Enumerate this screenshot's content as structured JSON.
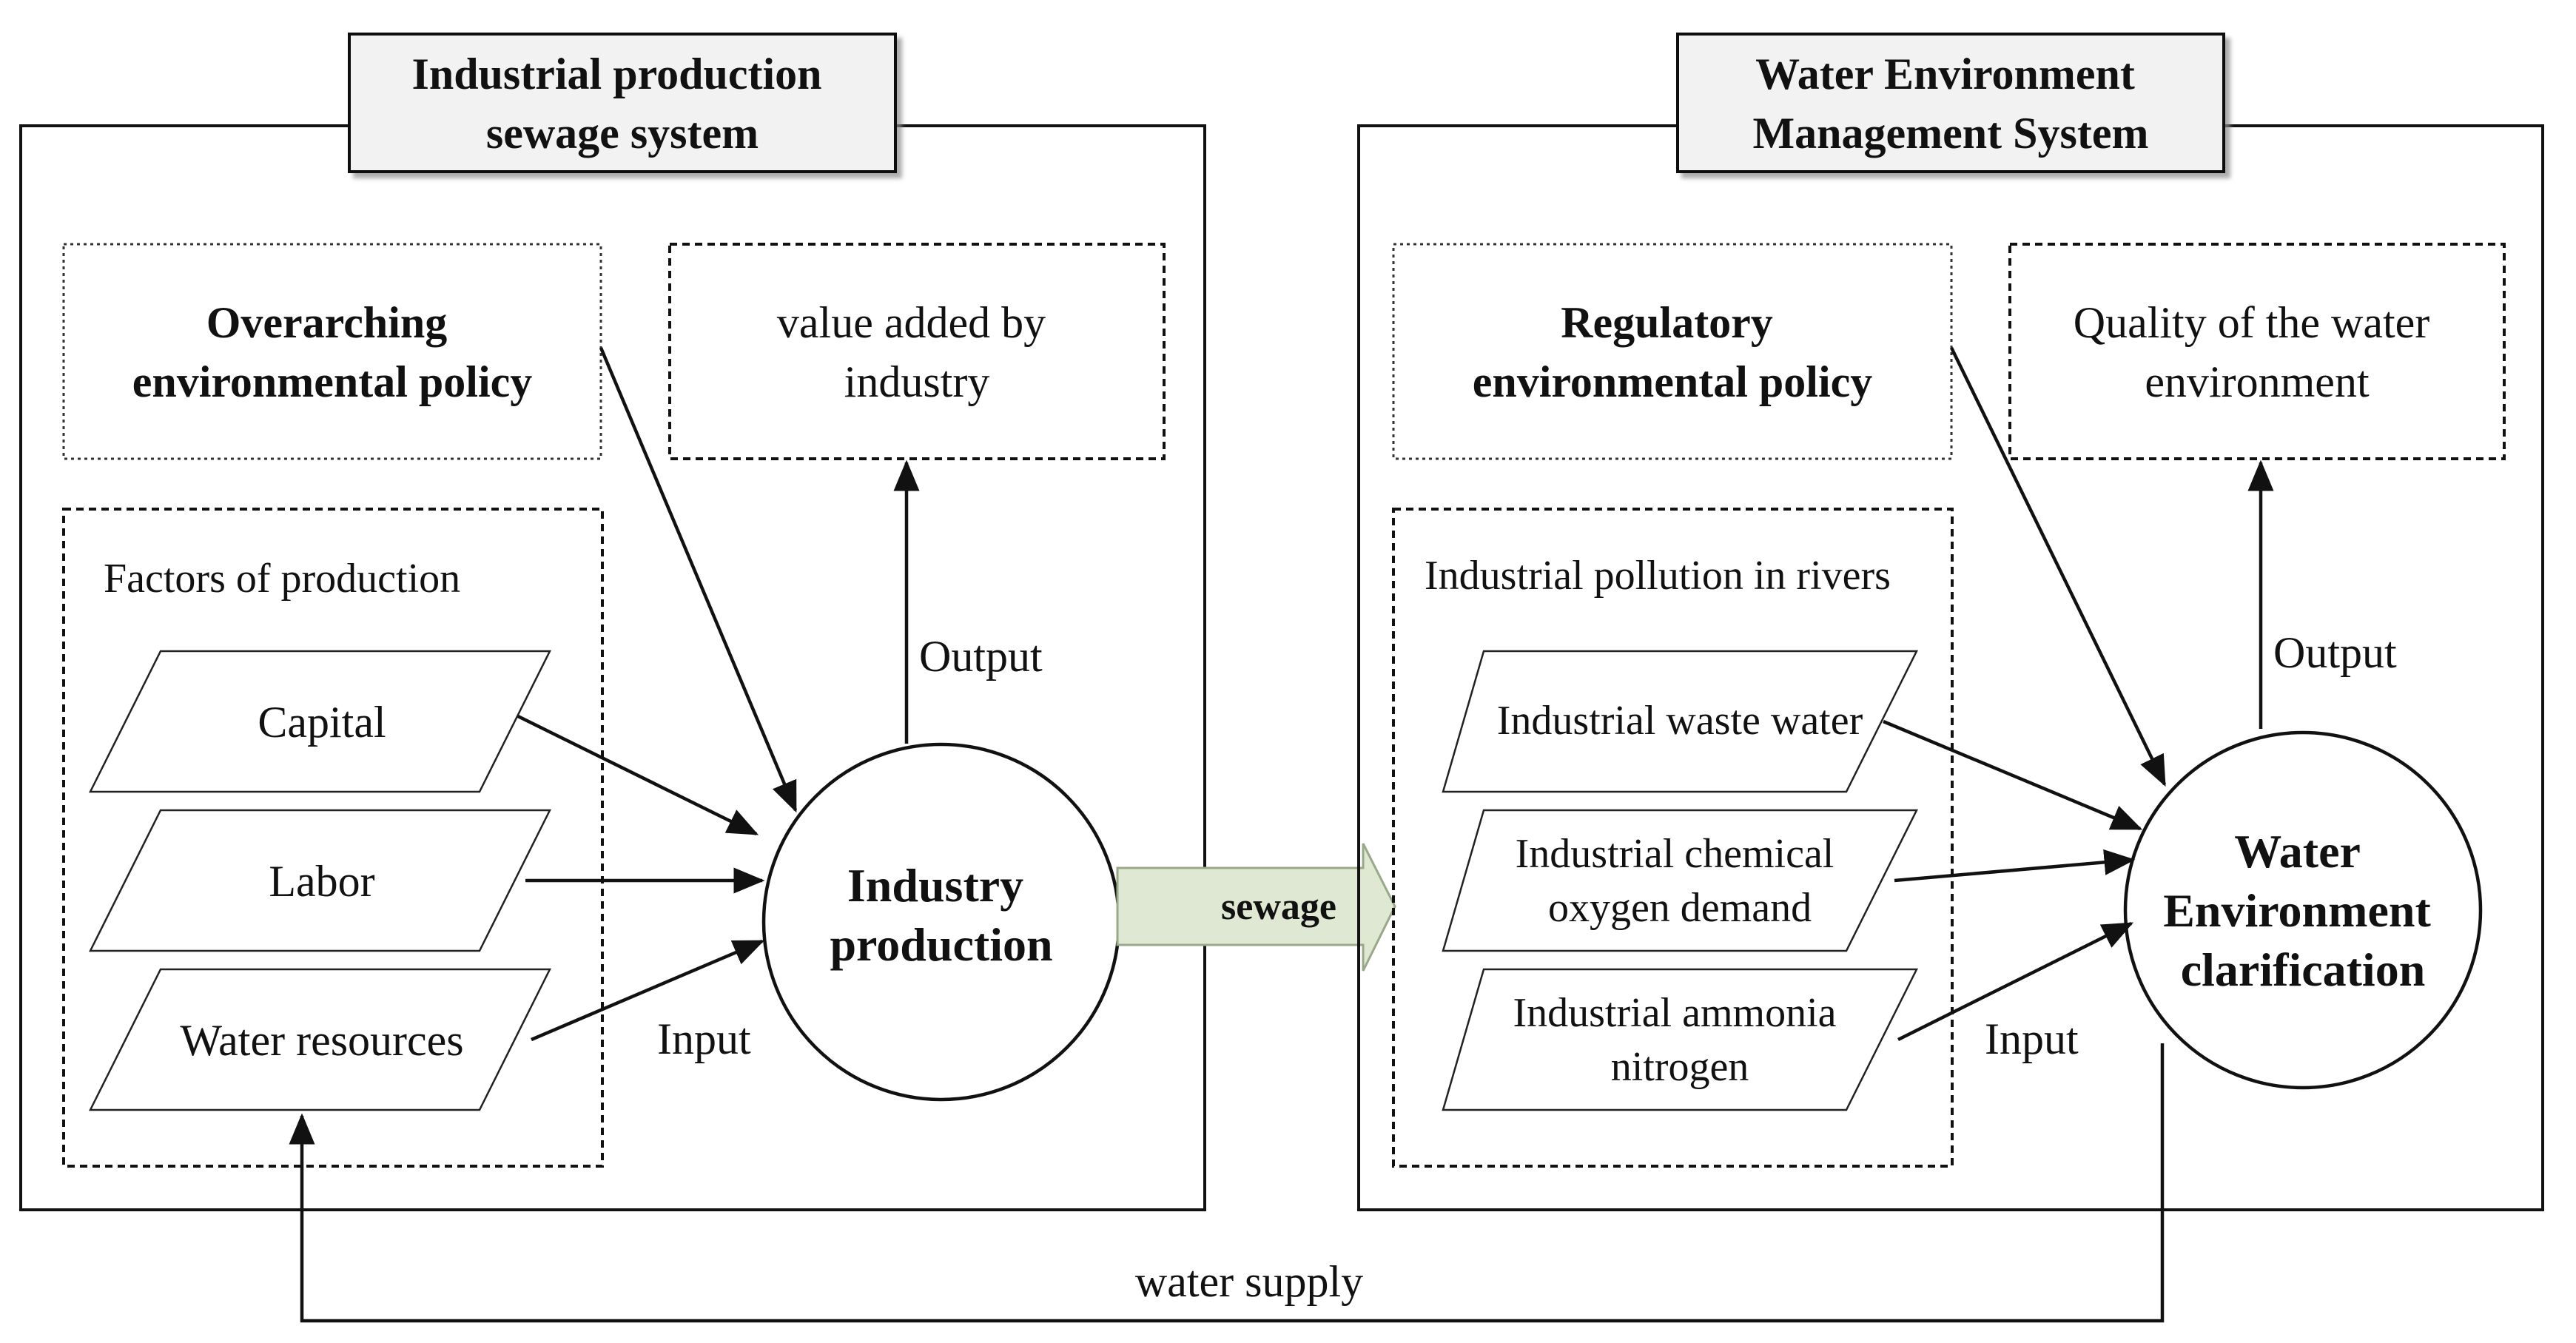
{
  "left_system": {
    "title": [
      "Industrial production",
      "sewage system"
    ],
    "policy": [
      "Overarching",
      "environmental policy"
    ],
    "output_box": [
      "value added by",
      "industry"
    ],
    "factors_title": "Factors of production",
    "factors": [
      [
        "Capital"
      ],
      [
        "Labor"
      ],
      [
        "Water resources"
      ]
    ],
    "hub": [
      "Industry",
      "production"
    ],
    "output_label": "Output",
    "input_label": "Input"
  },
  "right_system": {
    "title": [
      "Water Environment",
      "Management System"
    ],
    "policy": [
      "Regulatory",
      "environmental policy"
    ],
    "output_box": [
      "Quality of the water",
      "environment"
    ],
    "factors_title": "Industrial pollution in rivers",
    "factors": [
      [
        "Industrial waste water"
      ],
      [
        "Industrial chemical",
        "oxygen demand"
      ],
      [
        "Industrial ammonia",
        "nitrogen"
      ]
    ],
    "hub": [
      "Water",
      "Environment",
      "clarification"
    ],
    "output_label": "Output",
    "input_label": "Input"
  },
  "flows": {
    "sewage": "sewage",
    "water_supply": "water supply"
  },
  "colors": {
    "sewage_fill": "#dfe8d2",
    "title_fill": "#f2f2f2"
  }
}
